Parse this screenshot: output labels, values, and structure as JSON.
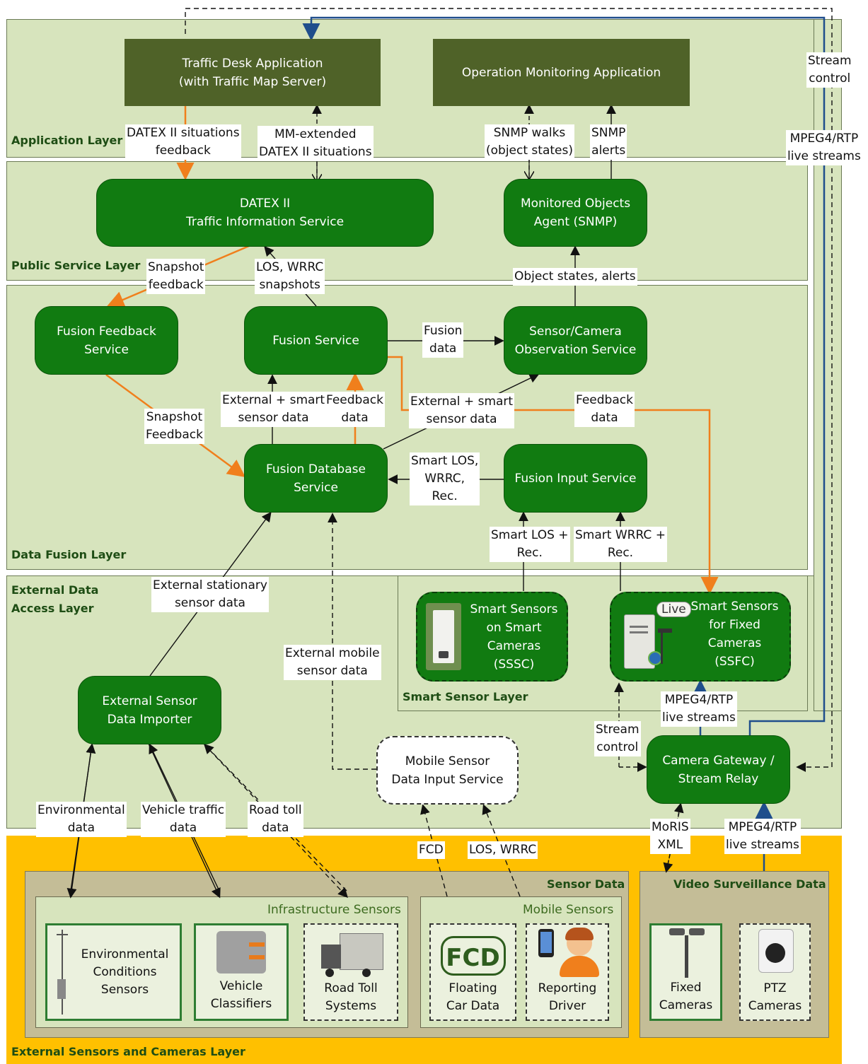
{
  "layers": {
    "application": "Application Layer",
    "public_service": "Public Service Layer",
    "data_fusion": "Data Fusion Layer",
    "external_access": "External Data\nAccess Layer",
    "smart_sensor": "Smart Sensor Layer",
    "external_sensors": "External Sensors and Cameras Layer"
  },
  "boxes": {
    "traffic_desk": "Traffic Desk Application\n(with Traffic Map Server)",
    "operation_monitoring": "Operation Monitoring Application",
    "datex": "DATEX II\nTraffic Information Service",
    "monitored_objects": "Monitored Objects\nAgent (SNMP)",
    "fusion_feedback": "Fusion Feedback\nService",
    "fusion_service": "Fusion Service",
    "observation": "Sensor/Camera\nObservation Service",
    "fusion_db": "Fusion Database\nService",
    "fusion_input": "Fusion Input Service",
    "sssc": "Smart Sensors\non Smart\nCameras\n(SSSC)",
    "ssfc": "Smart Sensors\nfor Fixed\nCameras\n(SSFC)",
    "importer": "External Sensor\nData Importer",
    "mobile_input": "Mobile Sensor\nData Input Service",
    "camera_gateway": "Camera Gateway /\nStream Relay",
    "live_badge": "Live"
  },
  "labels": {
    "stream_control_top": "Stream\ncontrol",
    "mpeg_top": "MPEG4/RTP\nlive streams",
    "datex_feedback": "DATEX II situations\nfeedback",
    "mm_datex": "MM-extended\nDATEX II situations",
    "snmp_walks": "SNMP walks\n(object states)",
    "snmp_alerts": "SNMP\nalerts",
    "snapshot_feedback": "Snapshot\nfeedback",
    "los_wrrc": "LOS, WRRC\nsnapshots",
    "object_states": "Object states, alerts",
    "fusion_data": "Fusion\ndata",
    "ext_smart_1": "External + smart\nsensor data",
    "feedback_data_1": "Feedback\ndata",
    "ext_smart_2": "External + smart\nsensor data",
    "feedback_data_2": "Feedback\ndata",
    "snapshot_feedback_2": "Snapshot\nFeedback",
    "smart_los_wrrc": "Smart LOS,\nWRRC,\nRec.",
    "smart_los_rec": "Smart LOS +\nRec.",
    "smart_wrrc_rec": "Smart WRRC +\nRec.",
    "ext_stationary": "External stationary\nsensor data",
    "ext_mobile": "External mobile\nsensor data",
    "mpeg_mid": "MPEG4/RTP\nlive streams",
    "stream_control_mid": "Stream\ncontrol",
    "environmental": "Environmental\ndata",
    "vehicle_traffic": "Vehicle traffic\ndata",
    "road_toll": "Road toll\ndata",
    "fcd": "FCD",
    "los_wrrc_bottom": "LOS, WRRC",
    "moris": "MoRIS\nXML",
    "mpeg_bottom": "MPEG4/RTP\nlive streams"
  },
  "panels": {
    "sensor_data": "Sensor Data",
    "video_data": "Video Surveillance Data",
    "infrastructure": "Infrastructure Sensors",
    "mobile_sensors": "Mobile Sensors"
  },
  "devices": {
    "env_sensors": "Environmental\nConditions\nSensors",
    "vehicle_classifiers": "Vehicle\nClassifiers",
    "road_toll_systems": "Road Toll\nSystems",
    "fcd_logo": "FCD",
    "floating_car": "Floating\nCar Data",
    "reporting_driver": "Reporting\nDriver",
    "fixed_cameras": "Fixed\nCameras",
    "ptz_cameras": "PTZ\nCameras"
  },
  "colors": {
    "layer_bg": "#d7e4bd",
    "app_box": "#4f6228",
    "service": "#117b11",
    "orange_band": "#ffc000",
    "sensor_panel": "#c4bd97",
    "orange_arrow": "#f07f1c",
    "blue_line": "#1f4e8c"
  }
}
